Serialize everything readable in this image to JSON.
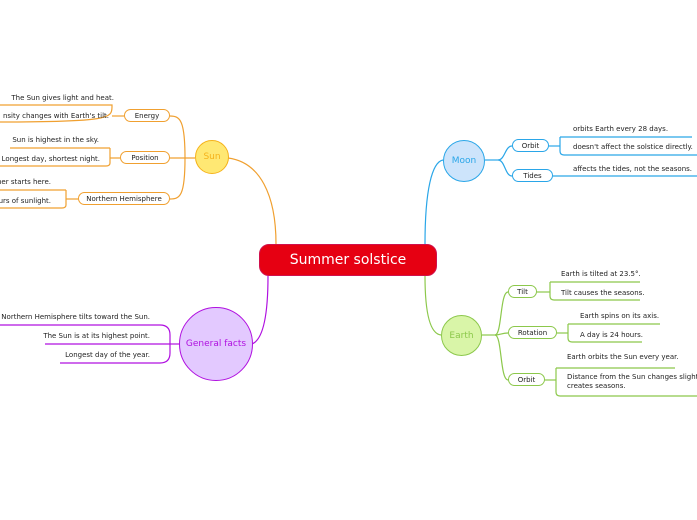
{
  "root": {
    "label": "Summer solstice",
    "color": "#e60012"
  },
  "branches": {
    "sun": {
      "label": "Sun",
      "color": "#f0a030",
      "fill": "#ffe873",
      "text_color": "#f5b21a",
      "subtopics": [
        {
          "label": "Energy",
          "details": [
            "The Sun gives light and heat.",
            "Intensity changes with Earth's tilt."
          ]
        },
        {
          "label": "Position",
          "details": [
            "Sun is highest in the sky.",
            "Longest day, shortest night."
          ]
        },
        {
          "label": "Northern Hemisphere",
          "details": [
            "Summer starts here.",
            "Most hours of sunlight."
          ]
        }
      ],
      "visible_details": [
        "The Sun gives light and heat.",
        "nsity changes with Earth's tilt.",
        "Sun is highest in the sky.",
        "Longest day, shortest night.",
        "mer starts here.",
        "ours of sunlight."
      ]
    },
    "general": {
      "label": "General facts",
      "color": "#b010e0",
      "fill": "#e3c9ff",
      "text_color": "#b010e0",
      "details": [
        "Northern Hemisphere tilts toward the Sun.",
        "The Sun is at its highest point.",
        "Longest day of the year."
      ]
    },
    "moon": {
      "label": "Moon",
      "color": "#2aa6e8",
      "fill": "#cde4fb",
      "text_color": "#2aa6e8",
      "subtopics": [
        {
          "label": "Orbit",
          "details": [
            "orbits Earth every 28 days.",
            "doesn't affect the solstice directly."
          ]
        },
        {
          "label": "Tides",
          "details": [
            "affects the tides, not the seasons."
          ]
        }
      ]
    },
    "earth": {
      "label": "Earth",
      "color": "#8cc84b",
      "fill": "#d9f5a8",
      "text_color": "#8cc84b",
      "subtopics": [
        {
          "label": "Tilt",
          "details": [
            "Earth is tilted at 23.5°.",
            "Tilt causes the seasons."
          ]
        },
        {
          "label": "Rotation",
          "details": [
            "Earth spins on its axis.",
            "A day is 24 hours."
          ]
        },
        {
          "label": "Orbit",
          "details": [
            "Earth orbits the Sun every year.",
            "Distance from the Sun changes slightly",
            "creates seasons."
          ]
        }
      ]
    }
  }
}
